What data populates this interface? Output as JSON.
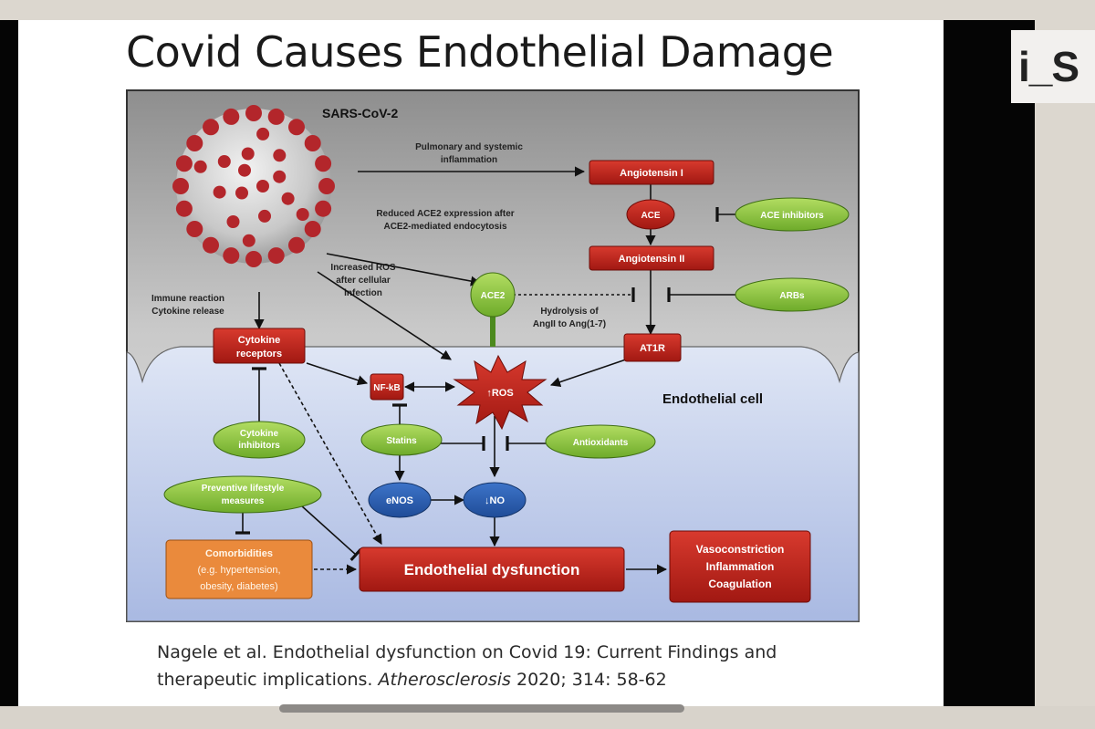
{
  "slide": {
    "title": "Covid Causes Endothelial Damage",
    "citation": {
      "line1": "Nagele et al. Endothelial dysfunction on Covid 19: Current Findings and",
      "line2_pre": "therapeutic implications. ",
      "journal": "Atherosclerosis",
      "line2_post": " 2020; 314: 58-62"
    }
  },
  "logo_text": "i_S",
  "diagram": {
    "virus_label": "SARS-CoV-2",
    "cell_label": "Endothelial cell",
    "annotations": {
      "pulmonary": [
        "Pulmonary and systemic",
        "inflammation"
      ],
      "reduced_ace2": [
        "Reduced ACE2 expression after",
        "ACE2-mediated endocytosis"
      ],
      "increased_ros": [
        "Increased ROS",
        "after cellular",
        "infection"
      ],
      "immune": [
        "Immune reaction",
        "Cytokine release"
      ],
      "hydrolysis": [
        "Hydrolysis of",
        "AngII to Ang(1-7)"
      ]
    },
    "nodes": {
      "angiotensin1": "Angiotensin I",
      "ace": "ACE",
      "ace_inhibitors": "ACE inhibitors",
      "angiotensin2": "Angiotensin II",
      "arbs": "ARBs",
      "ace2": "ACE2",
      "at1r": "AT1R",
      "cytokine_receptors": [
        "Cytokine",
        "receptors"
      ],
      "nfkb": "NF-kB",
      "ros": "↑ROS",
      "cytokine_inhibitors": [
        "Cytokine",
        "inhibitors"
      ],
      "statins": "Statins",
      "antioxidants": "Antioxidants",
      "preventive": [
        "Preventive lifestyle",
        "measures"
      ],
      "enos": "eNOS",
      "no": "↓NO",
      "comorbidities": [
        "Comorbidities",
        "(e.g. hypertension,",
        "obesity, diabetes)"
      ],
      "endothelial_dysfunction": "Endothelial dysfunction",
      "outcomes": [
        "Vasoconstriction",
        "Inflammation",
        "Coagulation"
      ]
    }
  }
}
